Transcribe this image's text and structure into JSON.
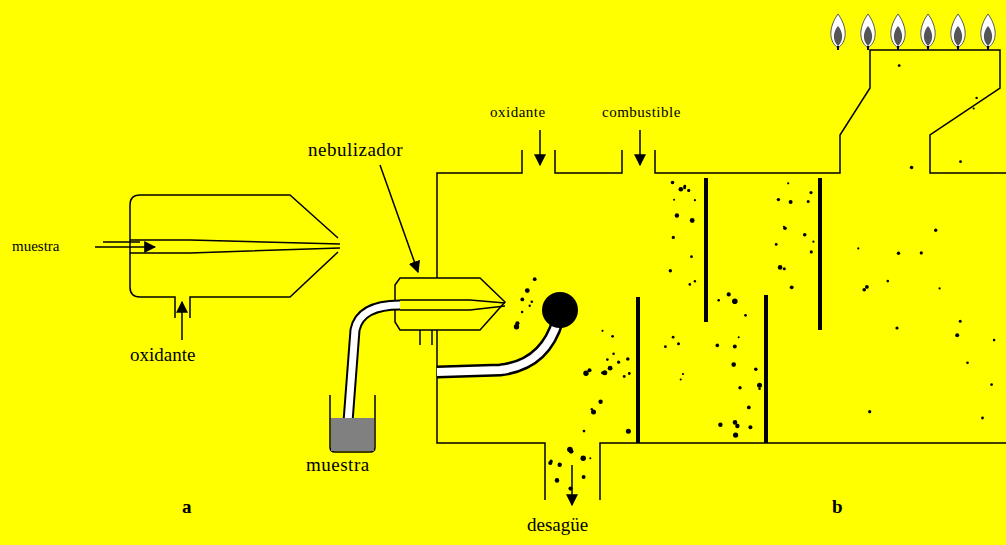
{
  "diagram": {
    "labels": [
      "muestra",
      "oxidante",
      "nebulizador",
      "oxidante",
      "combustible",
      "muestra",
      "a",
      "desagüe",
      "b"
    ]
  }
}
